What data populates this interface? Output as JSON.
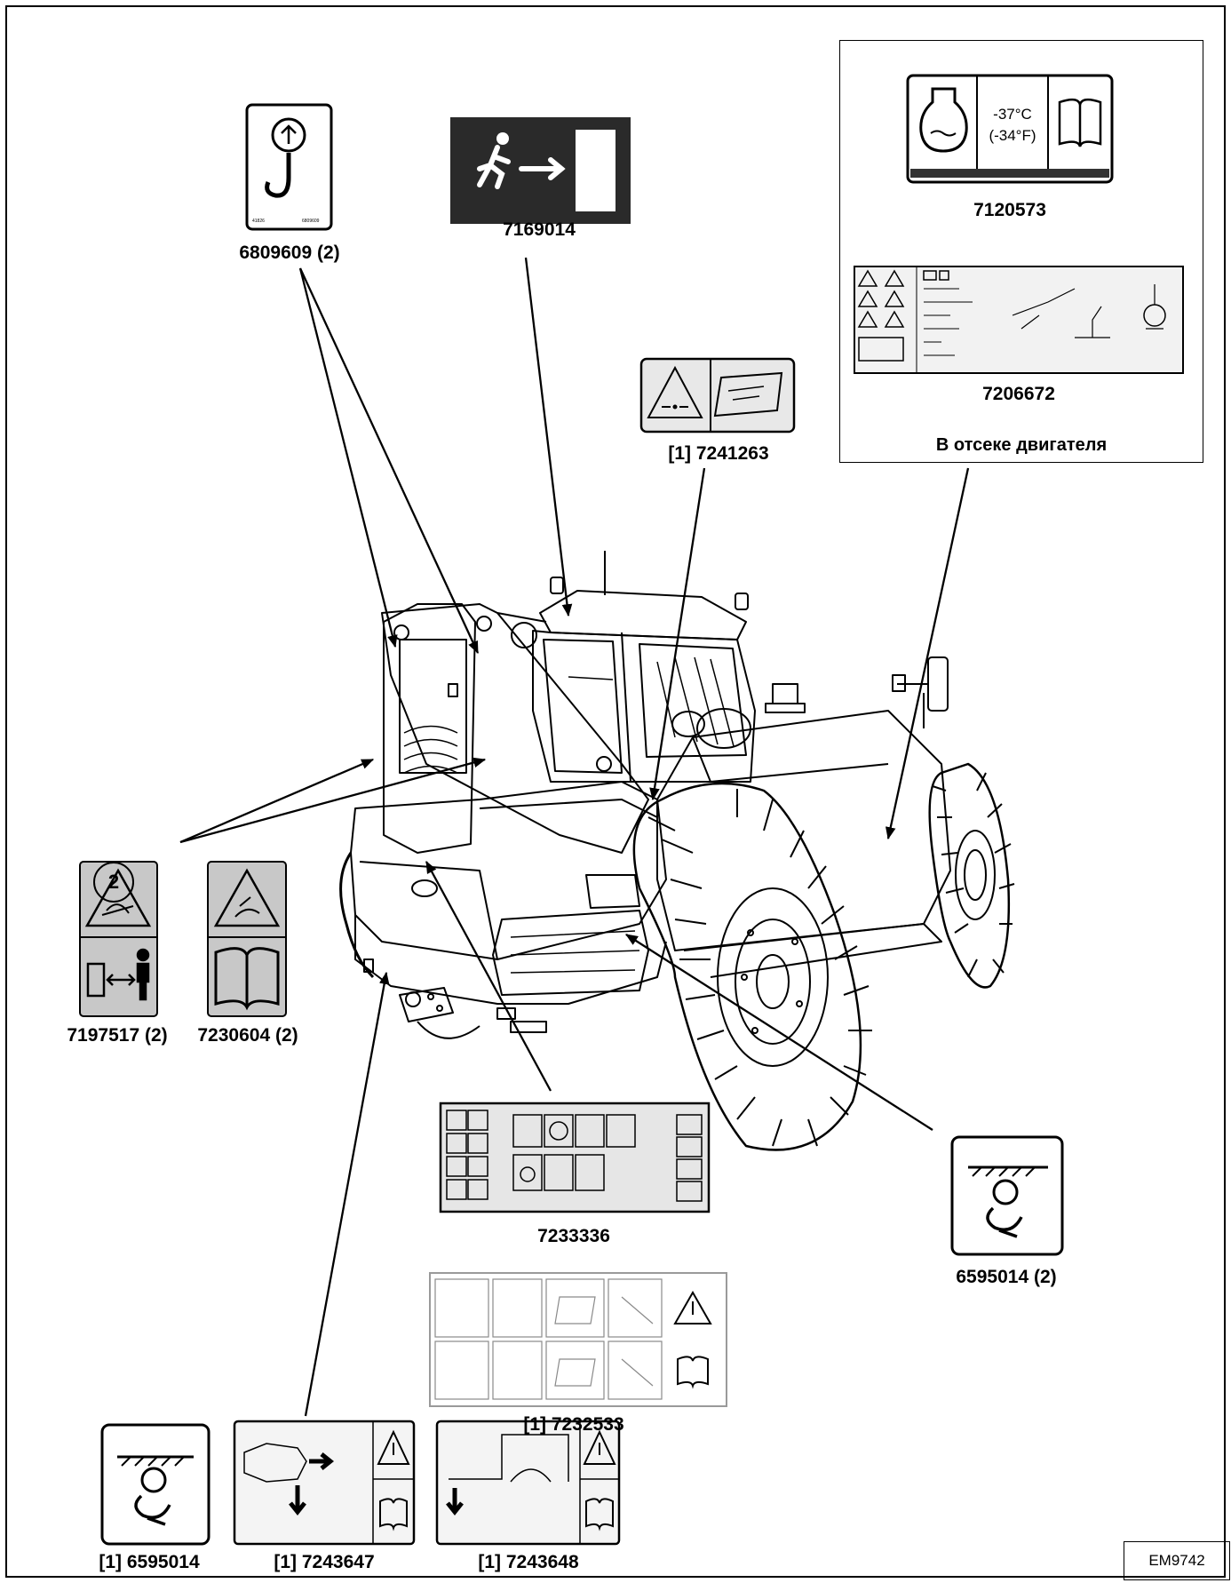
{
  "labels": {
    "l6809609": "6809609 (2)",
    "l7169014": "7169014",
    "l7241263": "[1] 7241263",
    "l7120573": "7120573",
    "l7206672": "7206672",
    "inset_caption": "В отсеке двигателя",
    "l7197517": "7197517 (2)",
    "l7230604": "7230604 (2)",
    "l7233336": "7233336",
    "l7232533": "[1] 7232533",
    "l6595014_right": "6595014 (2)",
    "l6595014_bottom": "[1] 6595014",
    "l7243647": "[1] 7243647",
    "l7243648": "[1] 7243648"
  },
  "decal_text": {
    "temp_c": "-37°C",
    "temp_f": "(-34°F)"
  },
  "callout_number": "2",
  "figure_ref": "EM9742",
  "icons": [
    "hook-lift-icon",
    "exit-running-man-icon",
    "crush-hazard-icon",
    "manual-icon",
    "engine-coolant-icon",
    "tie-down-icon",
    "warning-triangle-icon",
    "keep-distance-icon",
    "hot-surface-icon"
  ]
}
